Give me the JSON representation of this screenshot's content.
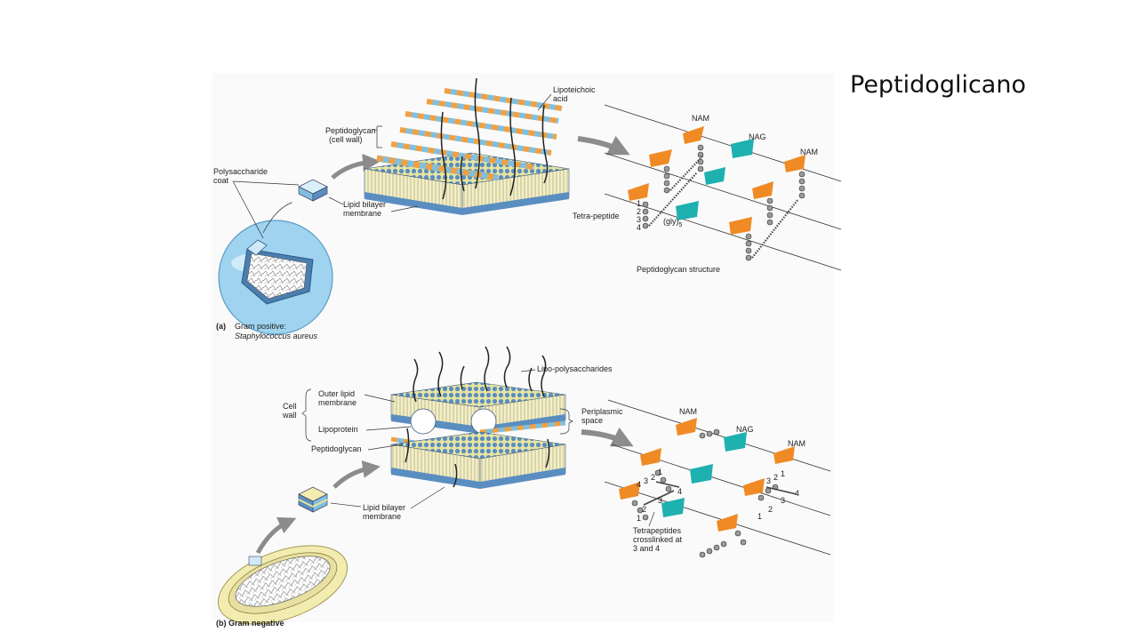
{
  "slide": {
    "title": "Peptidoglicano"
  },
  "panel_a": {
    "letter": "(a)",
    "caption_line1": "Gram positive:",
    "caption_line2": "Staphylococcus aureus",
    "labels": {
      "lipoteichoic_1": "Lipoteichoic",
      "lipoteichoic_2": "acid",
      "peptidoglycan_1": "Peptidoglycan",
      "peptidoglycan_2": "(cell wall)",
      "polysaccharide_1": "Polysaccharide",
      "polysaccharide_2": "coat",
      "lipid_bilayer_1": "Lipid bilayer",
      "lipid_bilayer_2": "membrane",
      "nam_left": "NAM",
      "nag": "NAG",
      "nam_right": "NAM",
      "tetra_peptide": "Tetra-peptide",
      "gly5": "(gly)",
      "gly5_sub": "5",
      "num_1": "1",
      "num_2": "2",
      "num_3": "3",
      "num_4": "4",
      "structure": "Peptidoglycan structure"
    }
  },
  "panel_b": {
    "caption_partial": "(b) Gram negative",
    "labels": {
      "lipo_polysaccharides": "Lipo-polysaccharides",
      "cell_1": "Cell",
      "cell_2": "wall",
      "outer_lipid_1": "Outer lipid",
      "outer_lipid_2": "membrane",
      "lipoprotein": "Lipoprotein",
      "periplasmic_1": "Periplasmic",
      "periplasmic_2": "space",
      "peptidoglycan": "Peptidoglycan",
      "lipid_bilayer_1": "Lipid bilayer",
      "lipid_bilayer_2": "membrane",
      "nam_left": "NAM",
      "nag": "NAG",
      "nam_right": "NAM",
      "tetrapeptides_1": "Tetrapeptides",
      "tetrapeptides_2": "crosslinked at",
      "tetrapeptides_3": "3 and 4",
      "num_1": "1",
      "num_2": "2",
      "num_3": "3",
      "num_4": "4"
    }
  },
  "colors": {
    "sugar_orange": "#f08a24",
    "sugar_teal": "#1fb0b0",
    "bilayer_blue": "#5a8ec0",
    "bilayer_yellow": "#e8e4a0",
    "rod_blue": "#7fbfe0",
    "rod_orange": "#f0a040",
    "arrow_gray": "#8c8c8c",
    "cell_blue": "#9fd3ef",
    "cell_cream": "#f3ecb0"
  }
}
